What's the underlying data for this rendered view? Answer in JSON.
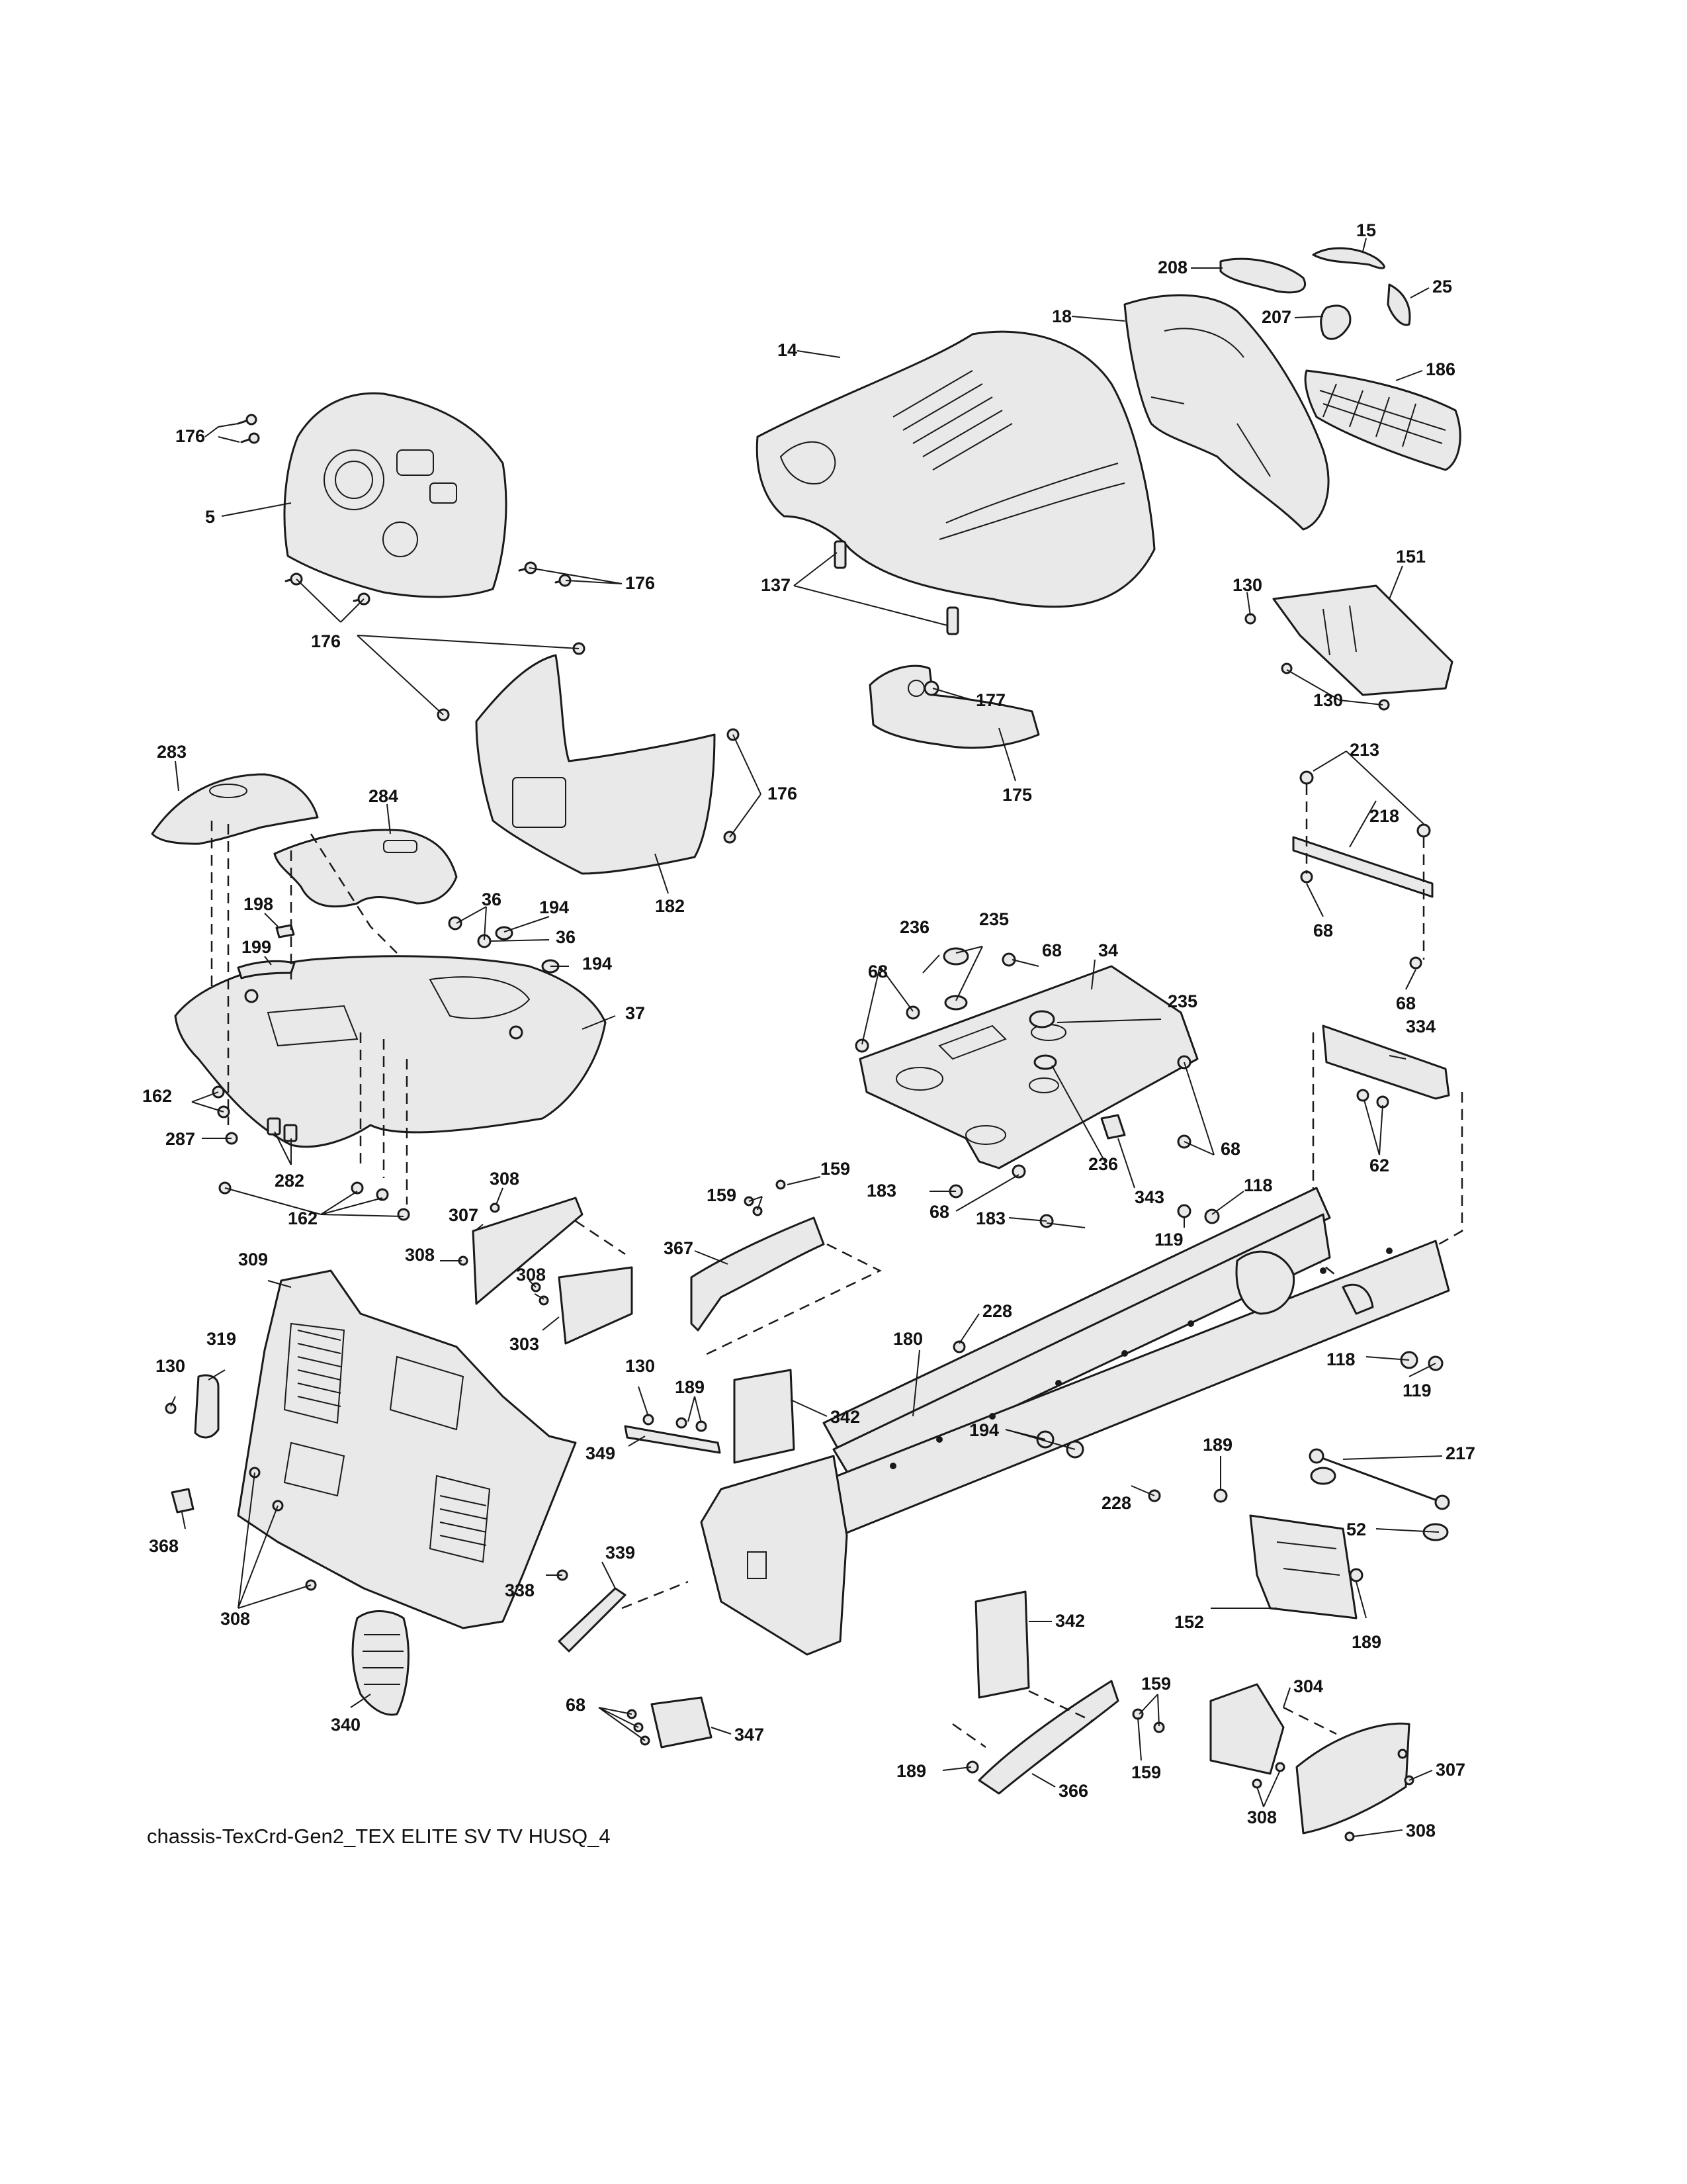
{
  "caption": "chassis-TexCrd-Gen2_TEX ELITE SV TV HUSQ_4",
  "callouts": {
    "c15": "15",
    "c208": "208",
    "c25": "25",
    "c18": "18",
    "c207": "207",
    "c186": "186",
    "c14": "14",
    "c176a": "176",
    "c5": "5",
    "c176b": "176",
    "c176c": "176",
    "c137": "137",
    "c130a": "130",
    "c151": "151",
    "c130b": "130",
    "c177": "177",
    "c175": "175",
    "c176d": "176",
    "c182": "182",
    "c283": "283",
    "c284": "284",
    "c198": "198",
    "c199": "199",
    "c36a": "36",
    "c194a": "194",
    "c36b": "36",
    "c194b": "194",
    "c37": "37",
    "c213": "213",
    "c218": "218",
    "c68a": "68",
    "c68b": "68",
    "c236a": "236",
    "c235a": "235",
    "c68c": "68",
    "c34": "34",
    "c68d": "68",
    "c235b": "235",
    "c334": "334",
    "c162a": "162",
    "c287": "287",
    "c282": "282",
    "c162b": "162",
    "c183a": "183",
    "c68e": "68",
    "c236b": "236",
    "c68f": "68",
    "c62": "62",
    "c343": "343",
    "c183b": "183",
    "c118a": "118",
    "c119a": "119",
    "c308a": "308",
    "c307a": "307",
    "c159a": "159",
    "c159b": "159",
    "c308b": "308",
    "c308c": "308",
    "c367": "367",
    "c303": "303",
    "c309": "309",
    "c228a": "228",
    "c180": "180",
    "c319": "319",
    "c130c": "130",
    "c130d": "130",
    "c189a": "189",
    "c342a": "342",
    "c118b": "118",
    "c119b": "119",
    "c194c": "194",
    "c349": "349",
    "c189b": "189",
    "c217": "217",
    "c228b": "228",
    "c52": "52",
    "c368": "368",
    "c339": "339",
    "c338": "338",
    "c308d": "308",
    "c152": "152",
    "c189c": "189",
    "c342b": "342",
    "c340": "340",
    "c68g": "68",
    "c347": "347",
    "c159c": "159",
    "c304": "304",
    "c307b": "307",
    "c189d": "189",
    "c159d": "159",
    "c366": "366",
    "c308e": "308",
    "c308f": "308"
  }
}
